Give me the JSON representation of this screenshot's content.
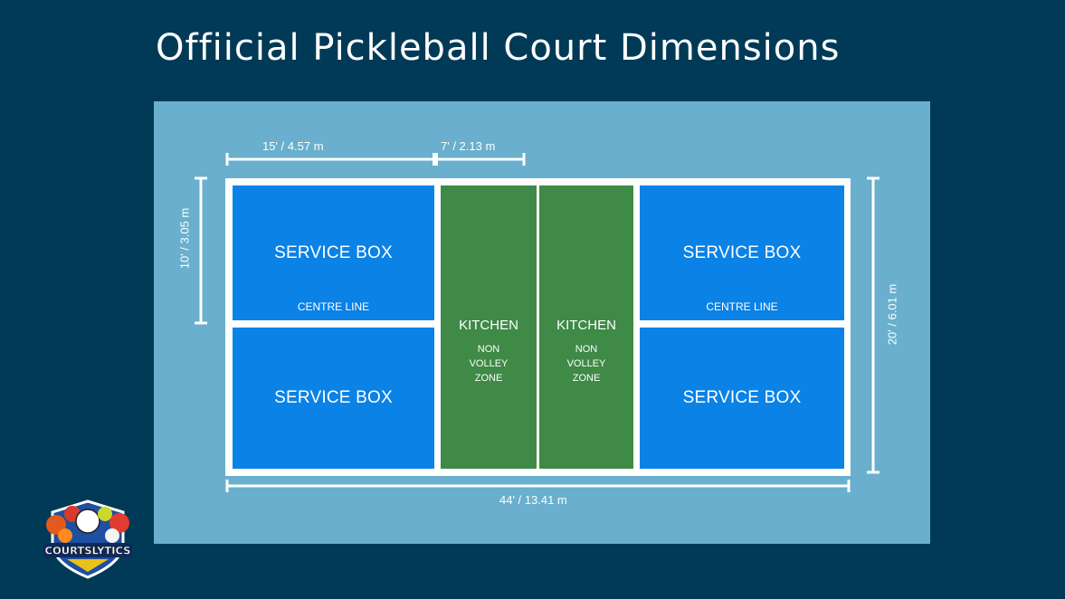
{
  "title": "Offiicial Pickleball Court Dimensions",
  "dimensions": {
    "top_left": "15'    /   4.57 m",
    "top_kitchen": "7'    /   2.13 m",
    "left_side": "10'    /  3.05 m",
    "right_side": "20'    /  6.01 m",
    "bottom": "44'    /   13.41 m"
  },
  "court": {
    "service_box_label": "SERVICE BOX",
    "centre_line_label": "CENTRE LINE",
    "kitchen_label": "KITCHEN",
    "kitchen_sub": [
      "NON",
      "VOLLEY",
      "ZONE"
    ]
  },
  "logo": {
    "text": "COURTSLYTICS"
  },
  "colors": {
    "background": "#003a57",
    "panel": "#6aafcd",
    "service_box": "#0a82e6",
    "kitchen": "#3e8a46",
    "lines": "#ffffff"
  }
}
